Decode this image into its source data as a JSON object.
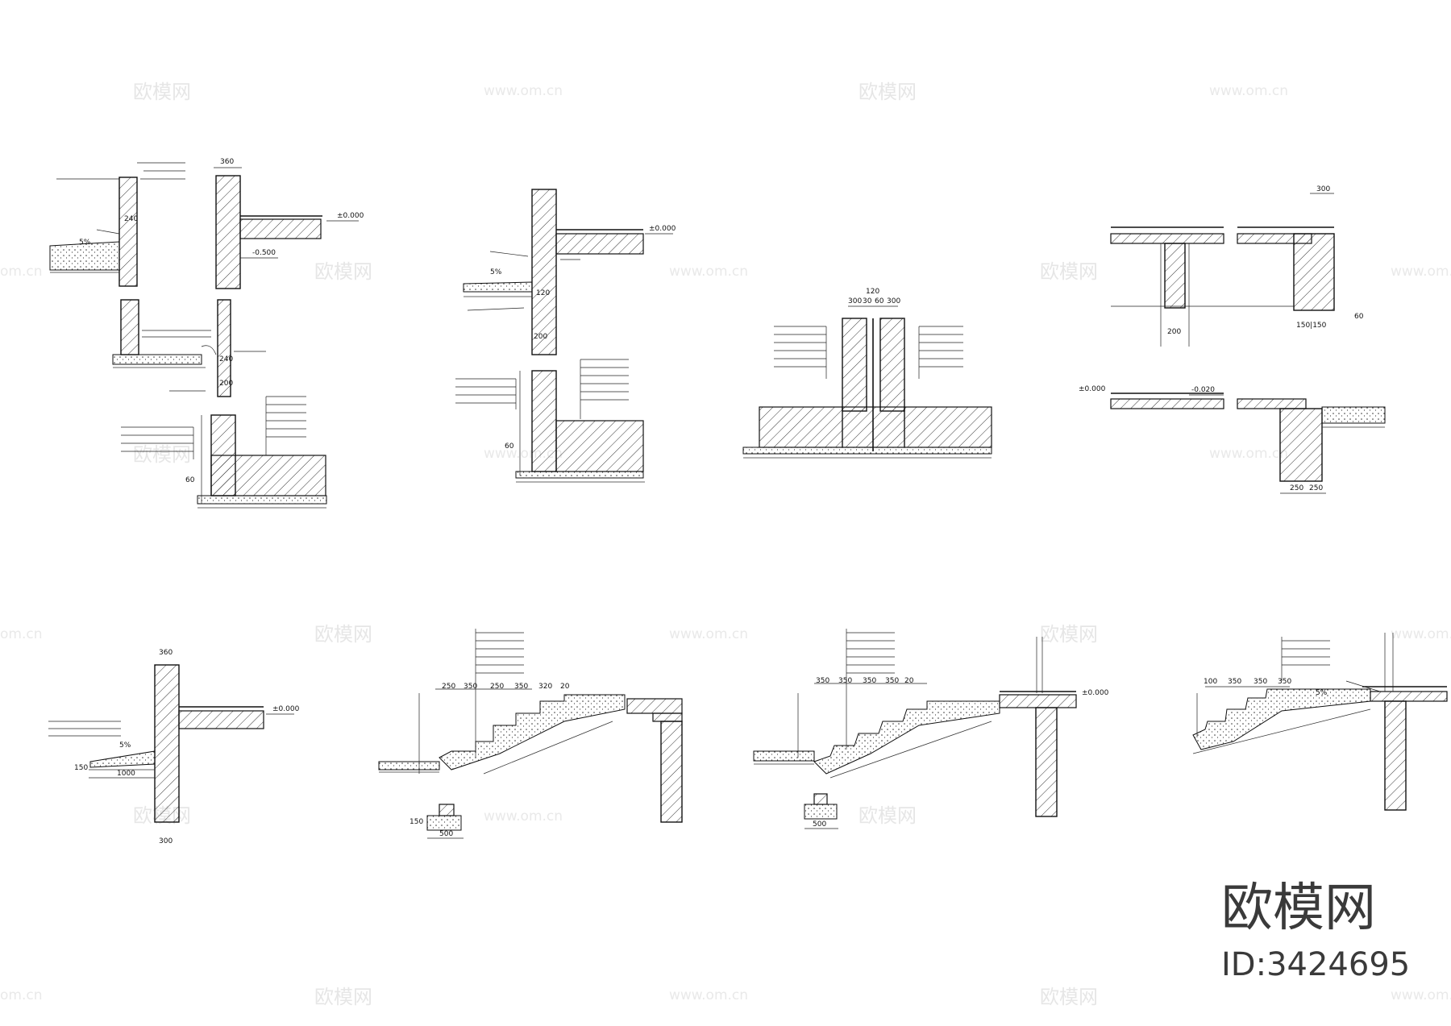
{
  "watermarks": {
    "brand_cn": "欧模网",
    "site": "www.om.cn",
    "site_short": "om.cn"
  },
  "branding": {
    "logo_text": "欧模网",
    "id_text": "ID:3424695"
  },
  "elevations": {
    "zero": "±0.000",
    "minus_500": "-0.500",
    "minus_020": "-0.020"
  },
  "dimensions": {
    "d360": "360",
    "d300": "300",
    "d120": "120",
    "d60": "60",
    "d30": "30",
    "d200": "200",
    "d240": "240",
    "d250": "250",
    "d350": "350",
    "d320": "320",
    "d20": "20",
    "d150": "150",
    "d100": "100",
    "d500": "500",
    "d1000": "1000",
    "d5": "5%",
    "d150x2": "150|150"
  }
}
